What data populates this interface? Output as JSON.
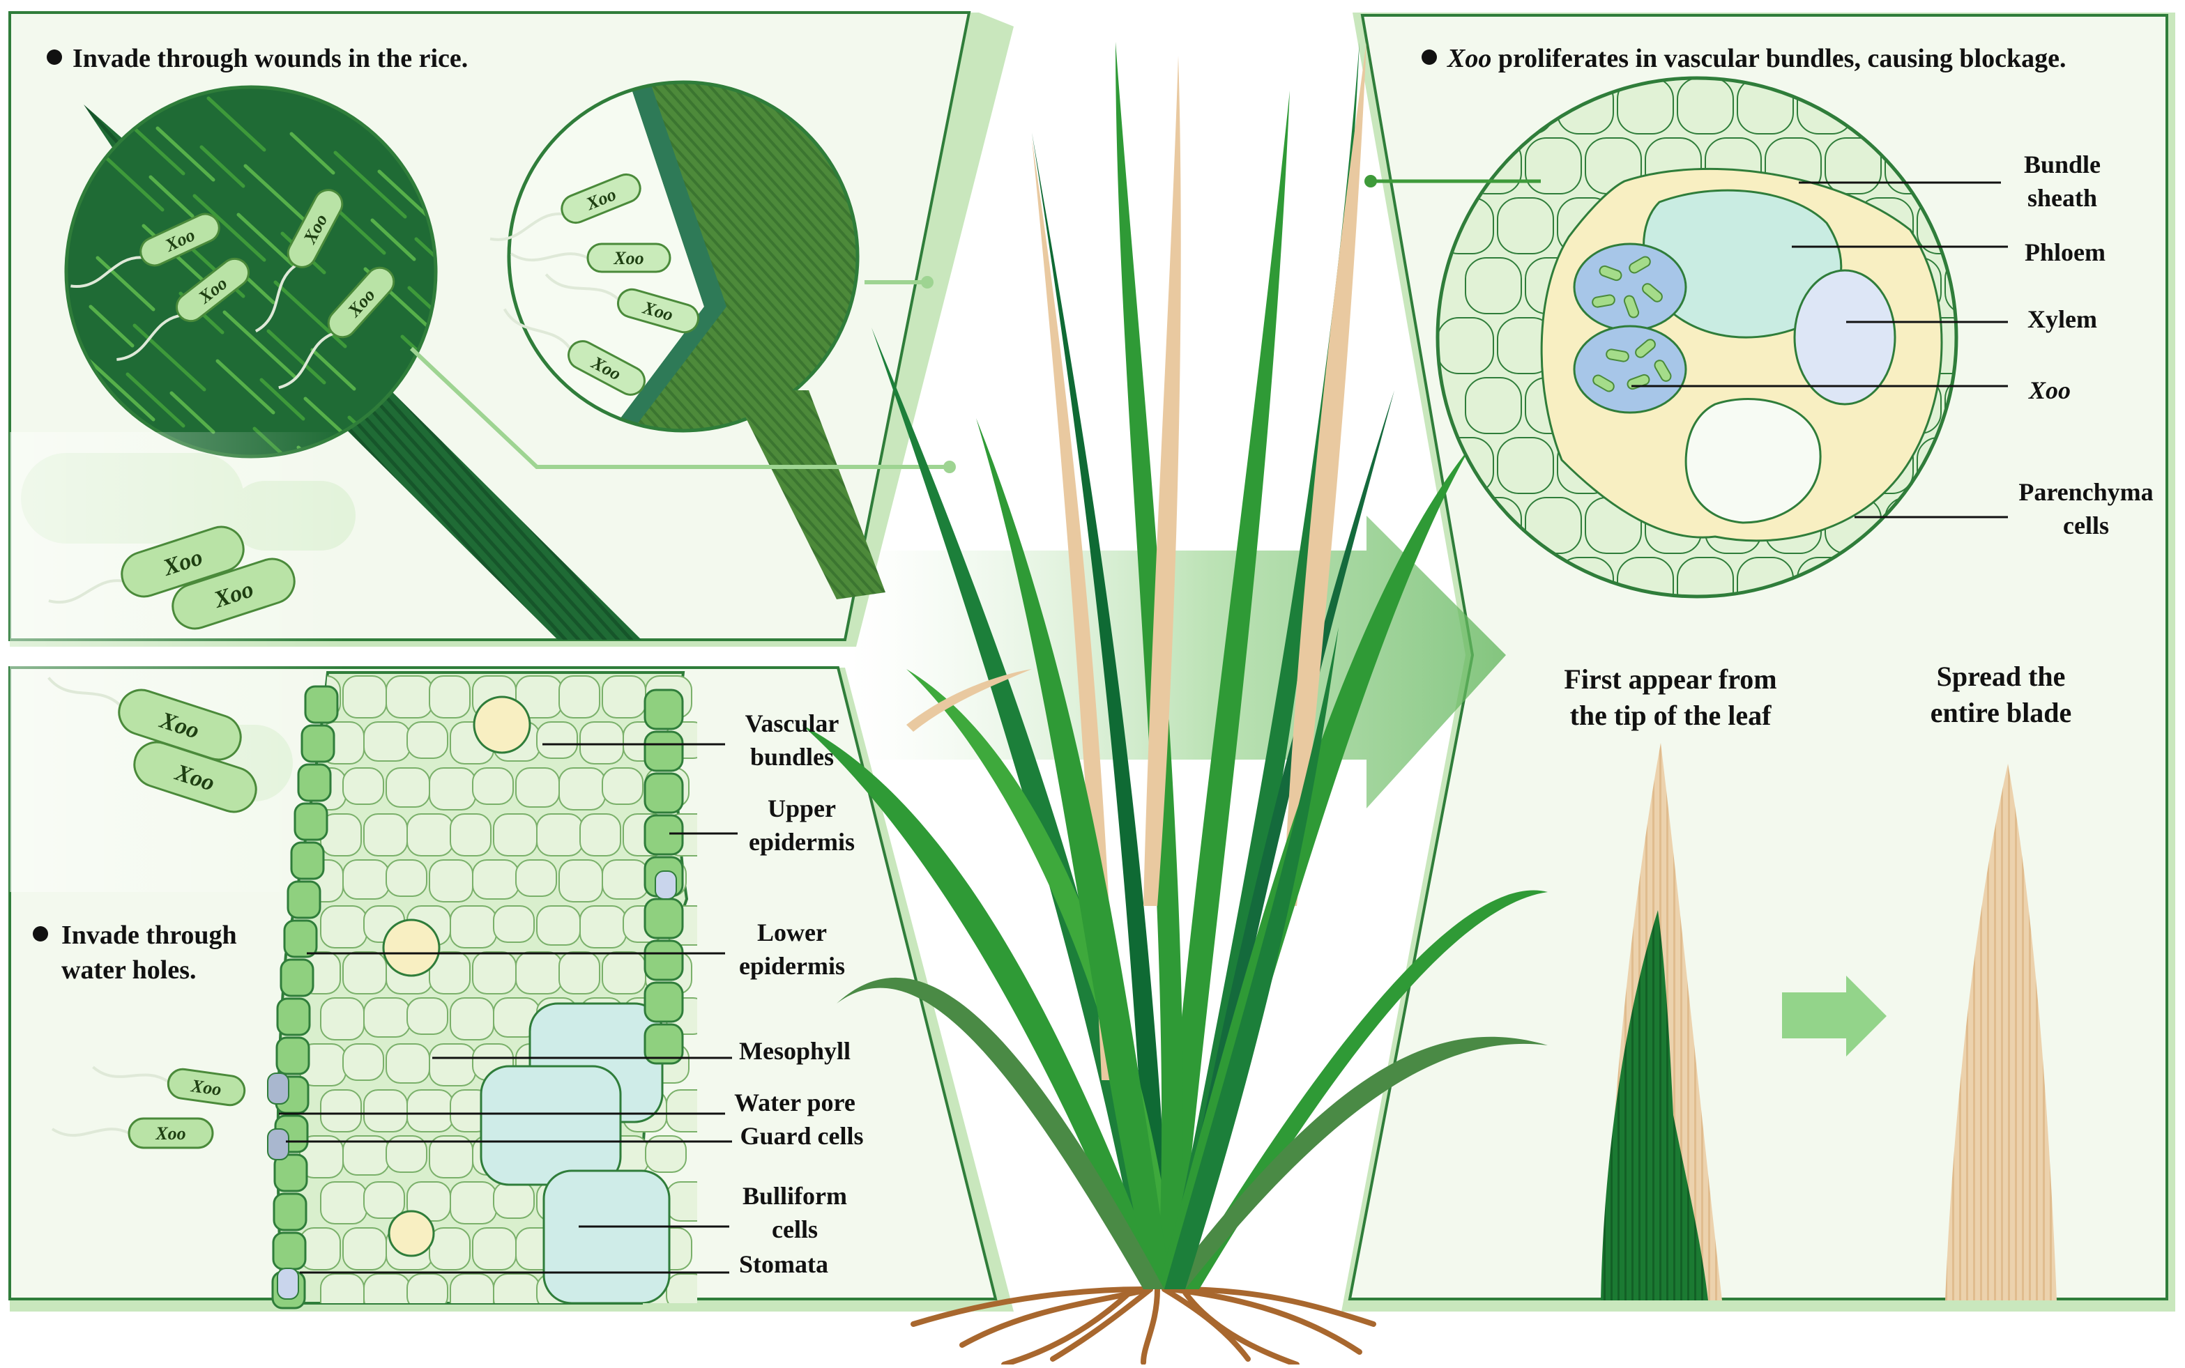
{
  "bacterium": "Xoo",
  "top_left": {
    "bullet": "Invade through wounds in the rice."
  },
  "bottom_left": {
    "bullet_line1": "Invade through",
    "bullet_line2": "water holes.",
    "labels": [
      {
        "key": "vascular",
        "lines": [
          "Vascular",
          "bundles"
        ]
      },
      {
        "key": "upper",
        "lines": [
          "Upper",
          "epidermis"
        ]
      },
      {
        "key": "lower",
        "lines": [
          "Lower",
          "epidermis"
        ]
      },
      {
        "key": "mesophyll",
        "lines": [
          "Mesophyll"
        ]
      },
      {
        "key": "water-pore",
        "lines": [
          "Water pore"
        ]
      },
      {
        "key": "guard",
        "lines": [
          "Guard cells"
        ]
      },
      {
        "key": "bulliform",
        "lines": [
          "Bulliform",
          "cells"
        ]
      },
      {
        "key": "stomata",
        "lines": [
          "Stomata"
        ]
      }
    ]
  },
  "right": {
    "bullet_em": "Xoo",
    "bullet_rest": " proliferates in vascular bundles, causing blockage.",
    "labels": [
      {
        "key": "bundle-sheath",
        "lines": [
          "Bundle",
          "sheath"
        ]
      },
      {
        "key": "phloem",
        "lines": [
          "Phloem"
        ]
      },
      {
        "key": "xylem",
        "lines": [
          "Xylem"
        ]
      },
      {
        "key": "xoo",
        "lines": [
          "Xoo"
        ],
        "italic": true
      },
      {
        "key": "parenchyma",
        "lines": [
          "Parenchyma",
          "cells"
        ]
      }
    ],
    "stage1_line1": "First appear from",
    "stage1_line2": "the tip of the leaf",
    "stage2_line1": "Spread the",
    "stage2_line2": "entire blade"
  },
  "colors": {
    "dark_green": "#1f6b35",
    "mid_green": "#3e9a3a",
    "light_green": "#d6ecc9",
    "cell_fill": "#e6f3dc",
    "xylem": "#dde6f6",
    "phloem": "#c9ece2",
    "sheath": "#f8efc2",
    "tan": "#e9c9a0",
    "root": "#a8672e"
  }
}
